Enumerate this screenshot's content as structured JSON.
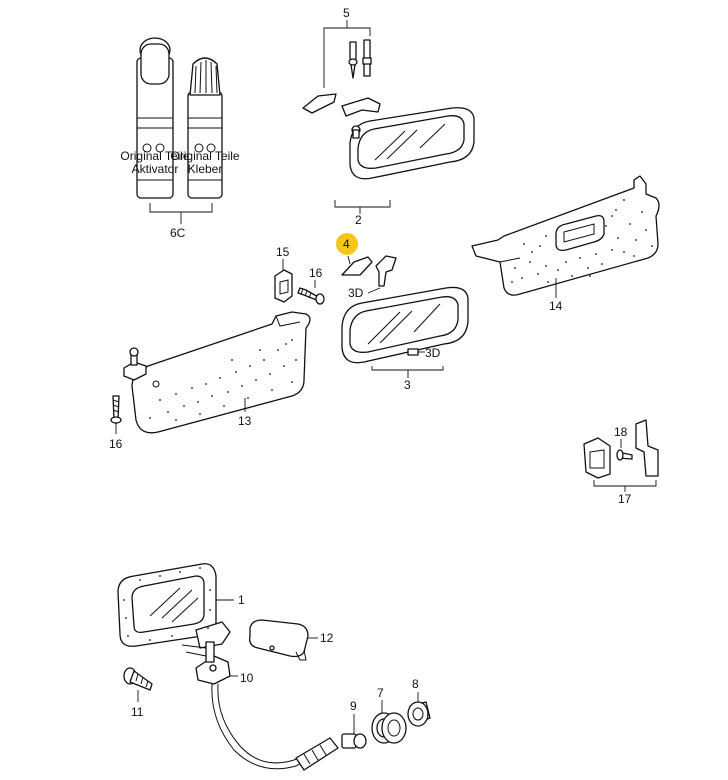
{
  "callouts": {
    "c1": "1",
    "c2": "2",
    "c3": "3",
    "c3d_a": "3D",
    "c3d_b": "3D",
    "c4": "4",
    "c5": "5",
    "c6c": "6C",
    "c7": "7",
    "c8": "8",
    "c9": "9",
    "c10": "10",
    "c11": "11",
    "c12": "12",
    "c13": "13",
    "c14": "14",
    "c15": "15",
    "c16_a": "16",
    "c16_b": "16",
    "c17": "17",
    "c18": "18"
  },
  "bottles": {
    "left_label": "Aktivator",
    "right_label": "Kleber",
    "small_text": "Original Teile"
  },
  "colors": {
    "line": "#111111",
    "highlight": "#f5c518",
    "background": "#ffffff"
  }
}
